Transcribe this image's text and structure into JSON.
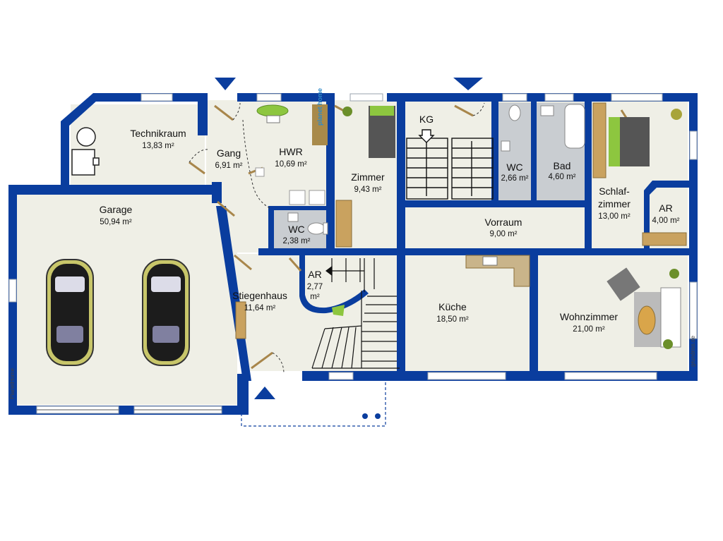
{
  "rooms": {
    "technikraum": {
      "name": "Technikraum",
      "area": "13,83 m²"
    },
    "gang": {
      "name": "Gang",
      "area": "6,91 m²"
    },
    "hwr": {
      "name": "HWR",
      "area": "10,69 m²"
    },
    "zimmer": {
      "name": "Zimmer",
      "area": "9,43 m²"
    },
    "kg": {
      "name": "KG"
    },
    "wc_top": {
      "name": "WC",
      "area": "2,66 m²"
    },
    "bad": {
      "name": "Bad",
      "area": "4,60 m²"
    },
    "schlafzimmer": {
      "name_line1": "Schlaf-",
      "name_line2": "zimmer",
      "area": "13,00 m²"
    },
    "ar_right": {
      "name": "AR",
      "area": "4,00 m²"
    },
    "garage": {
      "name": "Garage",
      "area": "50,94 m²"
    },
    "wc_small": {
      "name": "WC",
      "area": "2,38 m²"
    },
    "vorraum": {
      "name": "Vorraum",
      "area": "9,00 m²"
    },
    "ar_stair": {
      "name": "AR",
      "area_line1": "2,77",
      "area_line2": "m²"
    },
    "stiegenhaus": {
      "name": "Stiegenhaus",
      "area": "11,64 m²"
    },
    "kueche": {
      "name": "Küche",
      "area": "18,50 m²"
    },
    "wohnzimmer": {
      "name": "Wohnzimmer",
      "area": "21,00 m²"
    }
  },
  "branding": {
    "left_vertical": "PlanetHome",
    "right_vertical": "grundriss.de",
    "logo": "planet home"
  },
  "colors": {
    "wall": "#0a3d9e",
    "floor": "#efefe6",
    "tile": "#c9cdd1",
    "door": "#a8864b",
    "accent_green": "#8dc63f"
  }
}
